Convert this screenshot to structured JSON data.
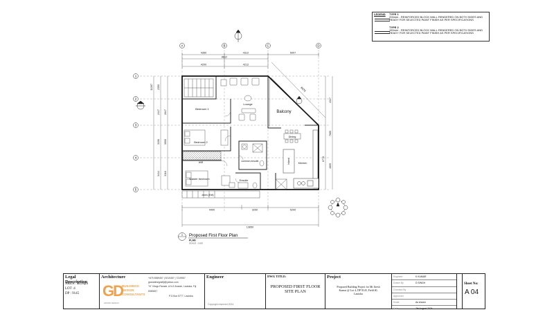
{
  "legend": {
    "title": "LEGEND",
    "type1_label": "TYPE 1",
    "type1_desc": "200mm - REINFORCED BLOCK WALL RENDERED ON BOTH SIDES AND READY FOR SELECTED PAINT FINISH AS PER SPECIFICATIONS",
    "type2_label": "TYPE 2",
    "type2_desc": "150mm - REINFORCED BLOCK WALL RENDERED ON BOTH SIDES AND READY FOR SELECTED PAINT FINISH AS PER SPECIFICATIONS"
  },
  "grid": {
    "columns": [
      "A",
      "B",
      "C",
      "D"
    ],
    "rows": [
      "1",
      "2",
      "3",
      "4",
      "5"
    ]
  },
  "dimensions": {
    "top_row1": [
      "4350",
      "4312",
      "5007"
    ],
    "top_total": "8812",
    "top_row2": [
      "4200",
      "4212"
    ],
    "diagonal": "6575",
    "bottom_row": [
      "4400",
      "3250",
      "5200"
    ],
    "bottom_total": "13650",
    "left_inner": [
      "2350",
      "2447",
      "3190",
      "3414"
    ],
    "left_mid": [
      "2647",
      "3500",
      "3116"
    ],
    "left_total": "11397",
    "right_inner": [
      "4317",
      "7685",
      "4805"
    ],
    "right_mid": [
      "6778"
    ]
  },
  "rooms": {
    "lounge": "Lounge",
    "balcony": "Balcony",
    "bedroom1": "Bedroom 1",
    "bedroom2": "Bedroom 2",
    "dining": "Dining",
    "common_ensuite": "common ensuite",
    "island": "Island",
    "kitchen": "Kitchen",
    "master": "Master bedroom",
    "ensuite": "Ensuite",
    "wir": "WIR",
    "down": "down (Exit)"
  },
  "plan_title": {
    "number": "1",
    "title": "Proposed First Floor Plan",
    "sub": "PLAN",
    "scale": "SCALE : 1:100"
  },
  "title_block": {
    "legal_heading": "Legal Description",
    "area": "AREA :  352sqm",
    "lot": "LOT :4",
    "dp": "DP :  9145",
    "arch_heading": "Architecture",
    "logo_letters": "GD",
    "logo_text": [
      "BUILDINGS",
      "DESIGN",
      "CONSULTANTS"
    ],
    "logo_tagline": "GRAND DESIGN",
    "contact": [
      "+679 8369457 | 9210457 | 7219957",
      "granddesignsfiji@yahoo.com",
      "\"N\" Vitogo Parade, A.N.Z Arcade, Lautoka, Fiji",
      "8369457",
      "P.O.Box 5777, Lautoka"
    ],
    "engineer_heading": "Engineer",
    "engineer_note": "Copyright reserved 2024",
    "dwg_heading": "DWG TITLE:",
    "dwg_title": [
      "PROPOSED FIRST FLOOR",
      "SITE PLAN"
    ],
    "project_heading": "Project",
    "project_desc": [
      "Proposed Building Project for Mr Jitesh",
      "Kumar @ Lot 4, DP 9145, Field 40,",
      "Lautoka"
    ],
    "info_labels": [
      "Engineer",
      "Drawn By",
      "Checked By",
      "Approved",
      "Scale",
      "Date"
    ],
    "info_values": [
      "K KUMAR",
      "D SINGH",
      "",
      "",
      "As shown",
      "7th August 2024"
    ],
    "sheet_heading": "Sheet No:",
    "sheet_no": "A 04"
  }
}
